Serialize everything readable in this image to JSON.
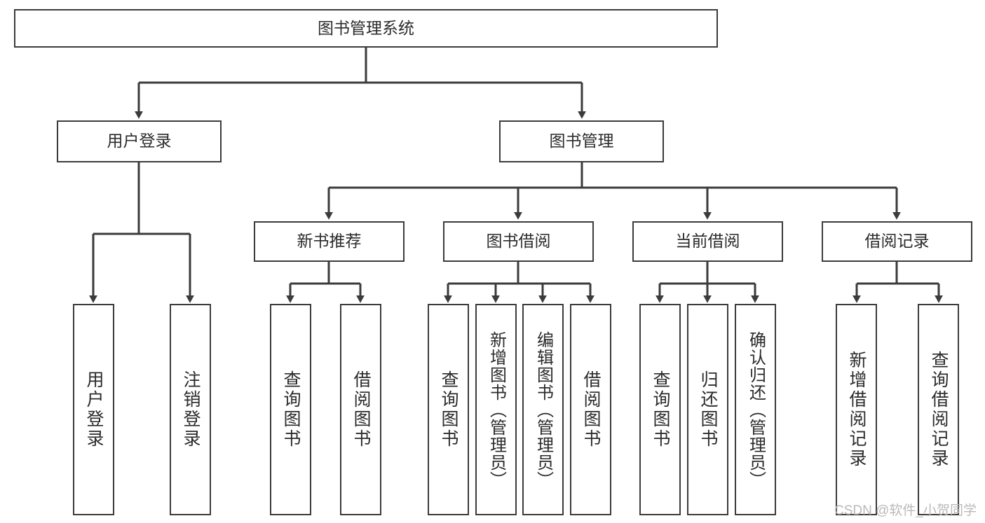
{
  "diagram": {
    "title": "图书管理系统",
    "type": "tree",
    "orientation": "top-down",
    "line_color": "#3b3b3b",
    "box_fill": "#ffffff",
    "text_color": "#2b2b2b",
    "root": {
      "label": "图书管理系统",
      "children": [
        {
          "label": "用户登录",
          "children": [
            {
              "label": "用户登录"
            },
            {
              "label": "注销登录"
            }
          ]
        },
        {
          "label": "图书管理",
          "children": [
            {
              "label": "新书推荐",
              "children": [
                {
                  "label": "查询图书"
                },
                {
                  "label": "借阅图书"
                }
              ]
            },
            {
              "label": "图书借阅",
              "children": [
                {
                  "label": "查询图书"
                },
                {
                  "label": "新增图书（管理员）"
                },
                {
                  "label": "编辑图书（管理员）"
                },
                {
                  "label": "借阅图书"
                }
              ]
            },
            {
              "label": "当前借阅",
              "children": [
                {
                  "label": "查询图书"
                },
                {
                  "label": "归还图书"
                },
                {
                  "label": "确认归还（管理员）"
                }
              ]
            },
            {
              "label": "借阅记录",
              "children": [
                {
                  "label": "新增借阅记录"
                },
                {
                  "label": "查询借阅记录"
                }
              ]
            }
          ]
        }
      ]
    }
  },
  "nodes": {
    "root": "图书管理系统",
    "l1": {
      "user_login": "用户登录",
      "book_mgmt": "图书管理"
    },
    "l2": {
      "new_book_rec": "新书推荐",
      "book_borrow": "图书借阅",
      "current_borrow": "当前借阅",
      "borrow_record": "借阅记录"
    },
    "leaves": {
      "login_query": "用户登录",
      "login_logout": "注销登录",
      "rec_query_book": "查询图书",
      "rec_borrow_book": "借阅图书",
      "borrow_query_book": "查询图书",
      "borrow_add_book": "新增图书（管理员）",
      "borrow_edit_book": "编辑图书（管理员）",
      "borrow_borrow_book": "借阅图书",
      "cur_query_book": "查询图书",
      "cur_return_book": "归还图书",
      "cur_confirm_return": "确认归还（管理员）",
      "rec_add_record": "新增借阅记录",
      "rec_query_record": "查询借阅记录"
    }
  },
  "watermark": {
    "text": "CSDN @软件_小贺同学"
  }
}
